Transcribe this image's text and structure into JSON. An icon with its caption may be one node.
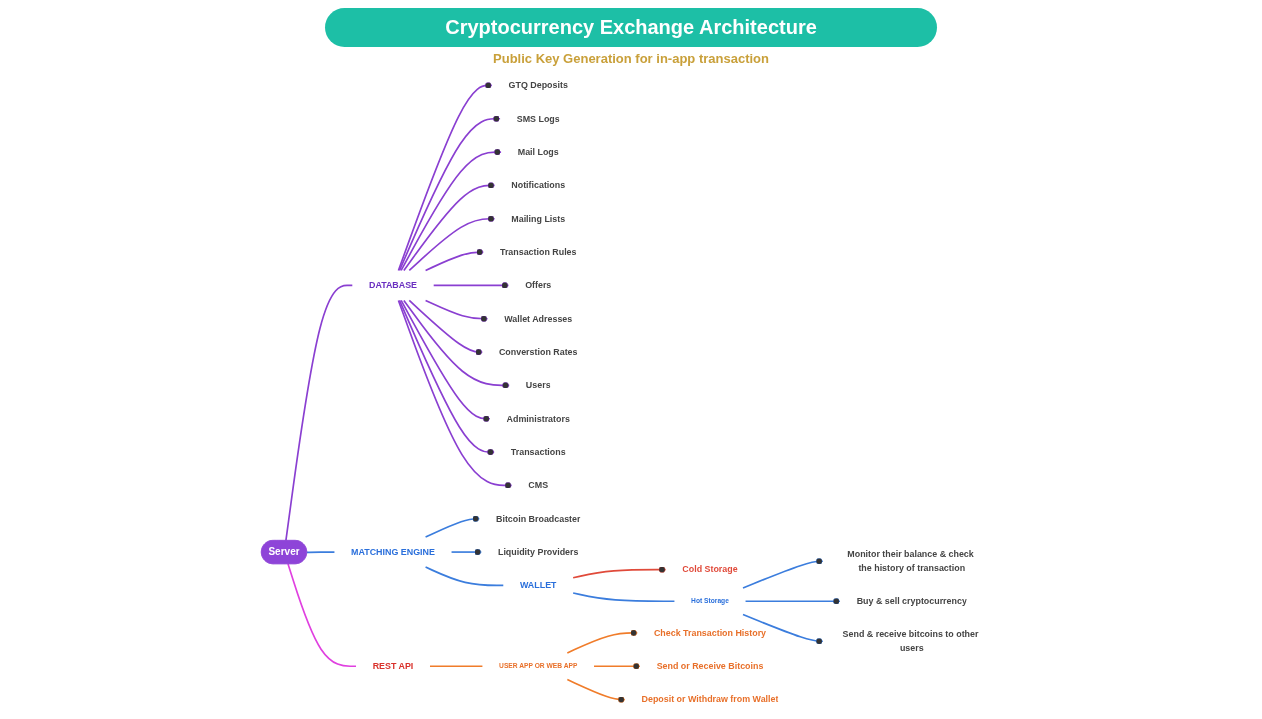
{
  "diagram": {
    "title": "Cryptocurrency Exchange Architecture",
    "nodes": [
      {
        "text": [
          "Server"
        ]
      },
      {
        "text": [
          "DATABASE"
        ]
      },
      {
        "text": [
          "GTQ Deposits"
        ]
      },
      {
        "text": [
          "SMS Logs"
        ]
      },
      {
        "text": [
          "Mail Logs"
        ]
      },
      {
        "text": [
          "Notifications"
        ]
      },
      {
        "text": [
          "Mailing Lists"
        ]
      },
      {
        "text": [
          "Transaction Rules"
        ]
      },
      {
        "text": [
          "Offers"
        ]
      },
      {
        "text": [
          "Wallet Adresses"
        ]
      },
      {
        "text": [
          "Converstion Rates"
        ]
      },
      {
        "text": [
          "Users"
        ]
      },
      {
        "text": [
          "Administrators"
        ]
      },
      {
        "text": [
          "Transactions"
        ]
      },
      {
        "text": [
          "CMS"
        ]
      },
      {
        "text": [
          "MATCHING ENGINE"
        ]
      },
      {
        "text": [
          "Bitcoin Broadcaster"
        ]
      },
      {
        "text": [
          "Liquidity Providers"
        ]
      },
      {
        "text": [
          "WALLET"
        ]
      },
      {
        "text": [
          "Cold Storage"
        ]
      },
      {
        "text": [
          "Hot Storage"
        ]
      },
      {
        "text": [
          "Monitor their balance & check the history of transaction"
        ]
      },
      {
        "text": [
          "Buy & sell cryptocurrency"
        ]
      },
      {
        "text": [
          "Send & receive bitcoins to other users"
        ]
      },
      {
        "text": [
          "REST API"
        ]
      },
      {
        "text": [
          "USER APP OR WEB APP"
        ]
      },
      {
        "text": [
          "Check Transaction History"
        ]
      },
      {
        "text": [
          "Send or Receive Bitcoins"
        ]
      },
      {
        "text": [
          "Deposit or Withdraw from Wallet"
        ]
      }
    ],
    "edges": [
      {
        "from": 0,
        "to": 1,
        "arrow": "none"
      },
      {
        "from": 1,
        "to": 2,
        "arrow": "other"
      },
      {
        "from": 1,
        "to": 3,
        "arrow": "other"
      },
      {
        "from": 1,
        "to": 4,
        "arrow": "other"
      },
      {
        "from": 1,
        "to": 5,
        "arrow": "other"
      },
      {
        "from": 1,
        "to": 6,
        "arrow": "other"
      },
      {
        "from": 1,
        "to": 7,
        "arrow": "other"
      },
      {
        "from": 1,
        "to": 8,
        "arrow": "other"
      },
      {
        "from": 1,
        "to": 9,
        "arrow": "other"
      },
      {
        "from": 1,
        "to": 10,
        "arrow": "other"
      },
      {
        "from": 1,
        "to": 11,
        "arrow": "other"
      },
      {
        "from": 1,
        "to": 12,
        "arrow": "other"
      },
      {
        "from": 1,
        "to": 13,
        "arrow": "other"
      },
      {
        "from": 1,
        "to": 14,
        "arrow": "other"
      },
      {
        "from": 0,
        "to": 15,
        "arrow": "none",
        "color": "#3b7ddd"
      },
      {
        "from": 15,
        "to": 16,
        "arrow": "other",
        "color": "#3b7ddd"
      },
      {
        "from": 15,
        "to": 17,
        "arrow": "other",
        "color": "#3b7ddd"
      },
      {
        "from": 15,
        "to": 18,
        "arrow": "none",
        "color": "#3b7ddd"
      },
      {
        "from": 18,
        "to": 19,
        "arrow": "other",
        "color": "#e04a3a"
      },
      {
        "from": 18,
        "to": 20,
        "arrow": "none",
        "color": "#3b7ddd"
      },
      {
        "from": 20,
        "to": 21,
        "arrow": "other",
        "color": "#3b7ddd"
      },
      {
        "from": 20,
        "to": 22,
        "arrow": "other",
        "color": "#3b7ddd"
      },
      {
        "from": 20,
        "to": 23,
        "arrow": "other",
        "color": "#3b7ddd"
      },
      {
        "from": 0,
        "to": 24,
        "arrow": "none",
        "color": "#e040e0"
      },
      {
        "from": 24,
        "to": 25,
        "arrow": "none",
        "color": "#f07c2a"
      },
      {
        "from": 25,
        "to": 26,
        "arrow": "other",
        "color": "#f07c2a"
      },
      {
        "from": 25,
        "to": 27,
        "arrow": "other",
        "color": "#f07c2a"
      },
      {
        "from": 25,
        "to": 28,
        "arrow": "other",
        "color": "#f07c2a"
      }
    ],
    "labels": [
      "Public Key Generation for in-app transaction"
    ]
  }
}
